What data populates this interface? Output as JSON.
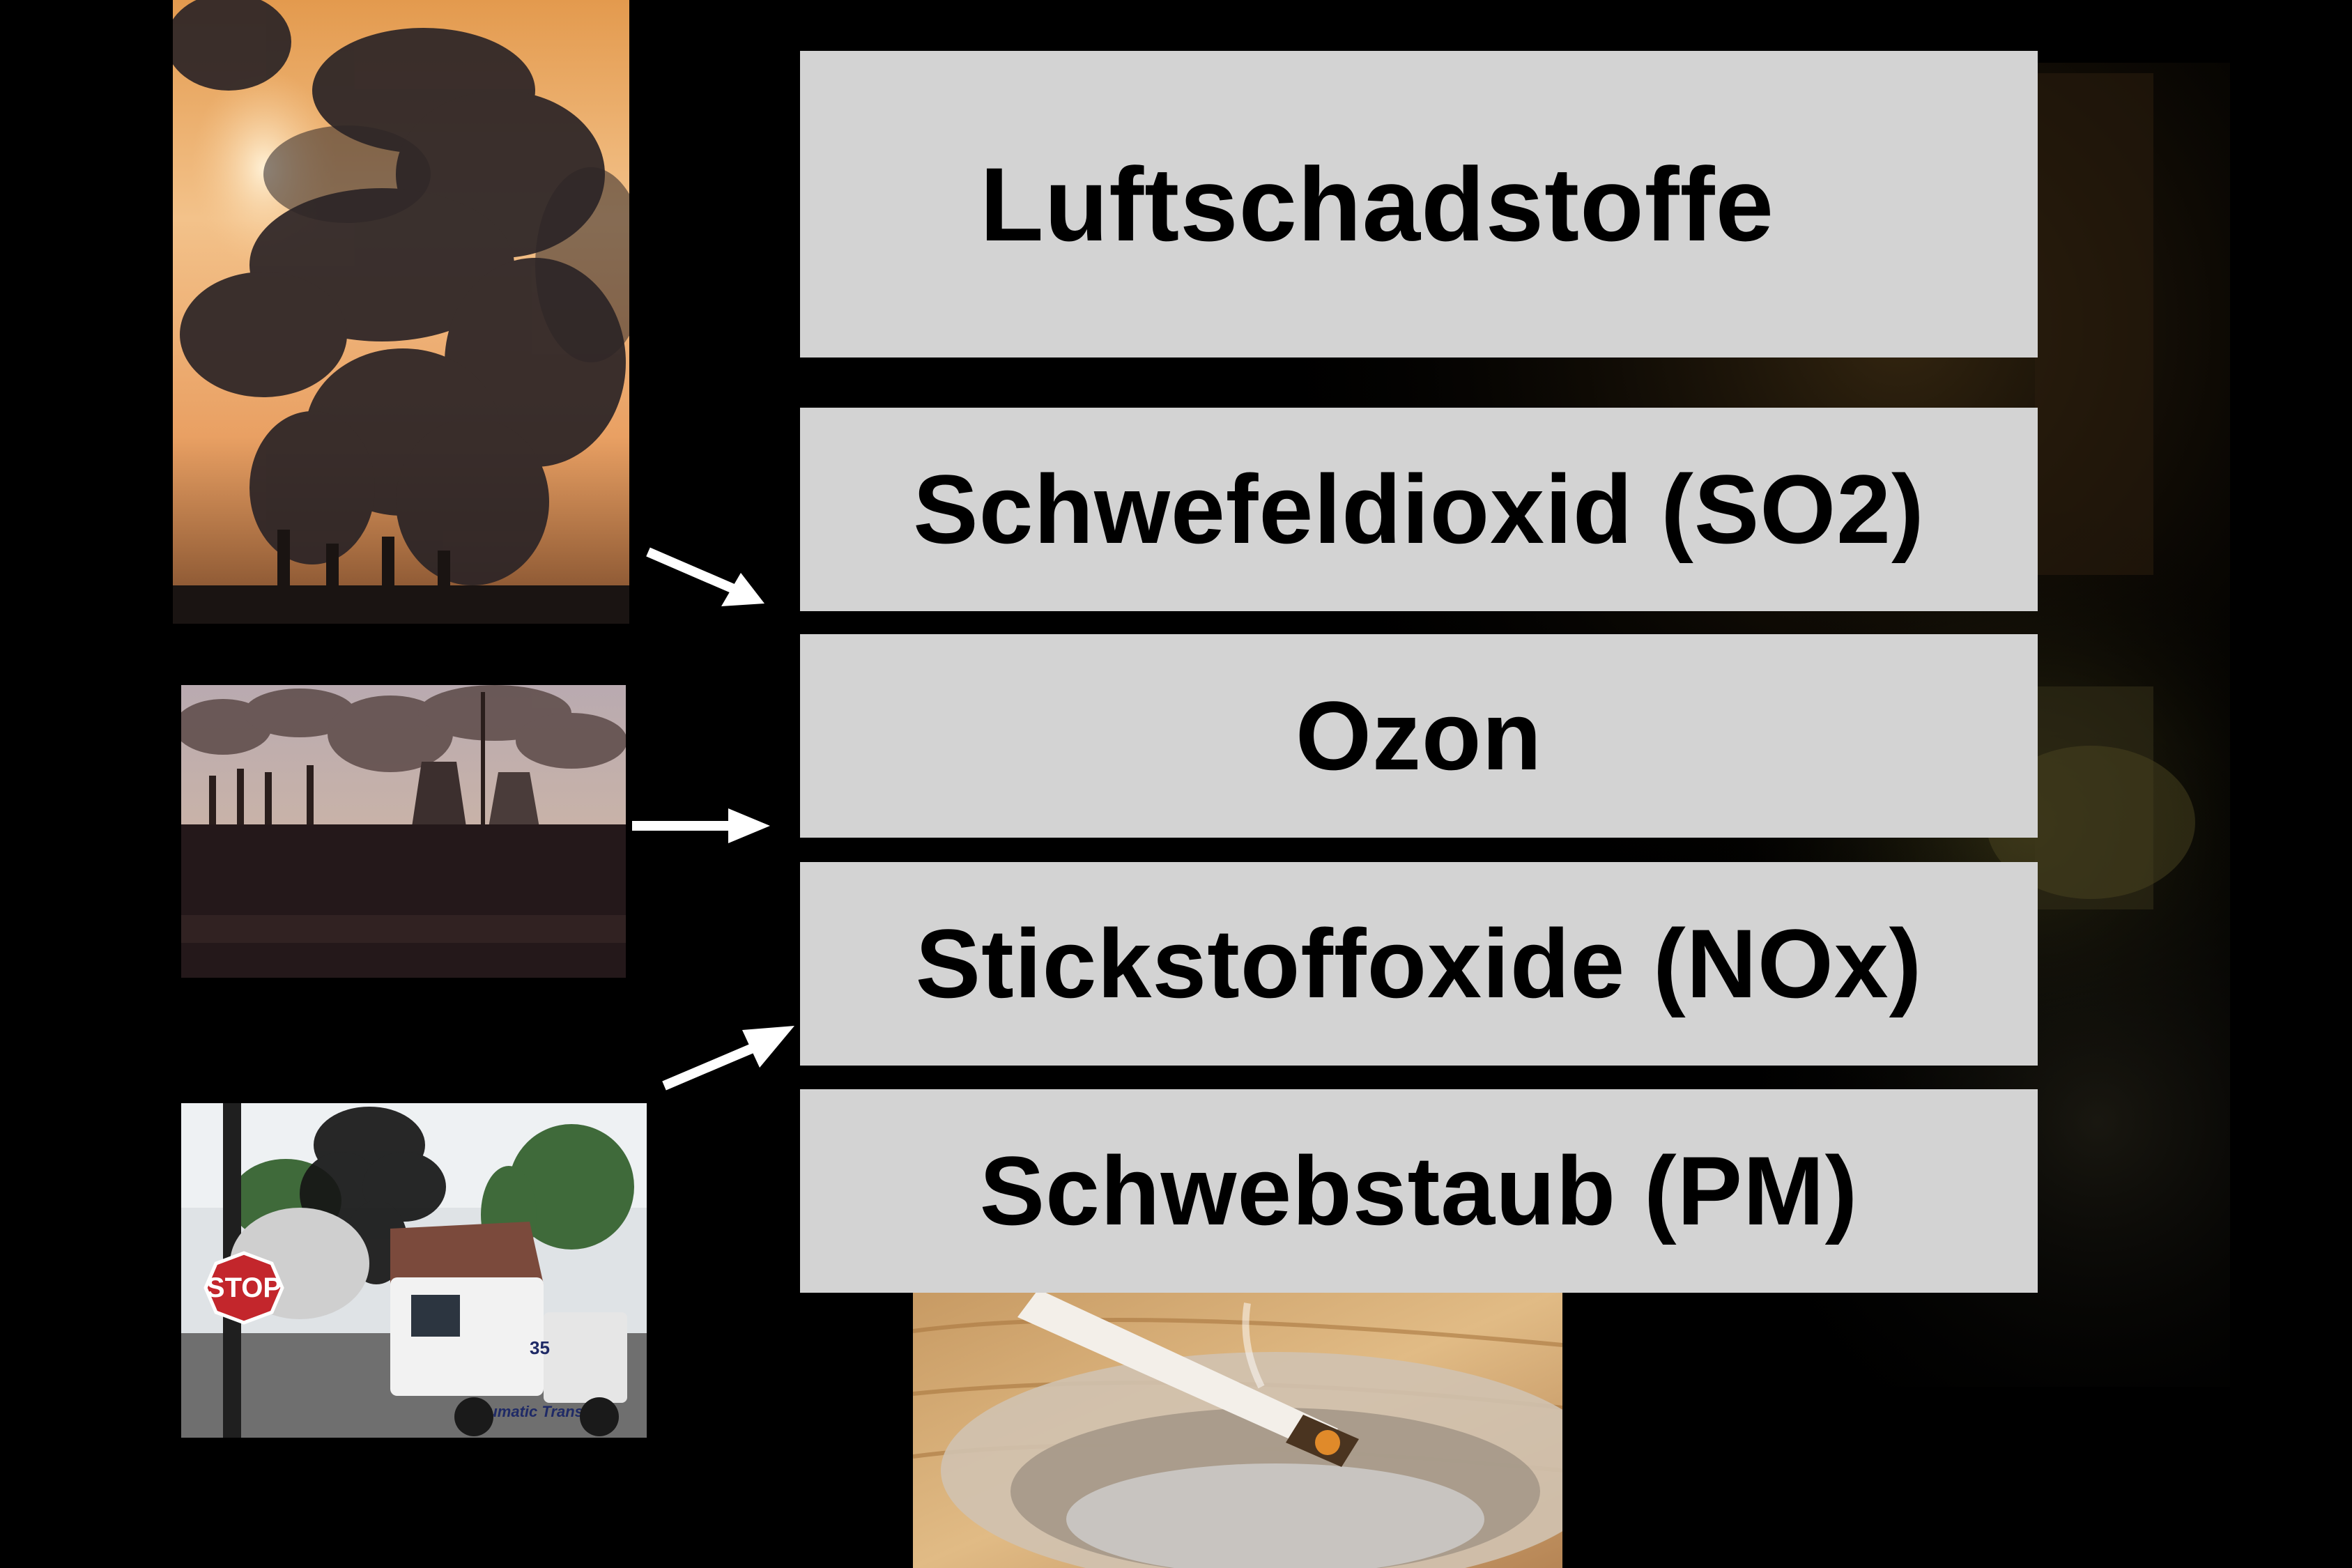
{
  "title": "Luftschadstoffe",
  "pollutants": [
    "Schwefeldioxid (SO2)",
    "Ozon",
    "Stickstoffoxide (NOx)",
    "Schwebstaub (PM)"
  ],
  "photos": {
    "smokestack_sunset": "smokestack-sunset-photo",
    "power_plant": "power-plant-photo",
    "truck_exhaust": {
      "sign_text": "STOP",
      "truck_number": "35",
      "truck_text": "Pneumatic Transport"
    },
    "cigarette": "cigarette-ashtray-photo",
    "background": "dark-plant-background"
  },
  "colors": {
    "background": "#000000",
    "box": "#d3d3d3",
    "text": "#000000",
    "arrow": "#ffffff"
  }
}
